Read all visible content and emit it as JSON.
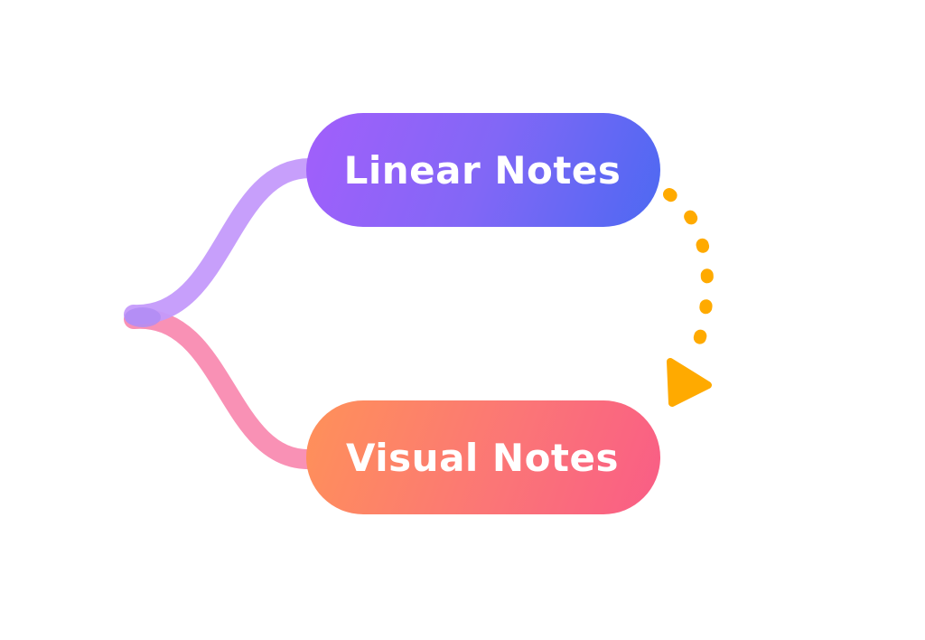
{
  "nodes": {
    "linear": {
      "label": "Linear Notes"
    },
    "visual": {
      "label": "Visual Notes"
    }
  },
  "colors": {
    "linear_gradient": [
      "#a25ffb",
      "#4d69f2"
    ],
    "visual_gradient": [
      "#ff9159",
      "#f95d86"
    ],
    "branch_top": "#c79bfc",
    "branch_bottom": "#f991b5",
    "dotted_arrow": "#ffaa00",
    "background": "#ffffff"
  },
  "edges": [
    {
      "from": "root",
      "to": "linear",
      "style": "thick-curve"
    },
    {
      "from": "root",
      "to": "visual",
      "style": "thick-curve"
    },
    {
      "from": "linear",
      "to": "visual",
      "style": "dotted-arrow"
    }
  ]
}
